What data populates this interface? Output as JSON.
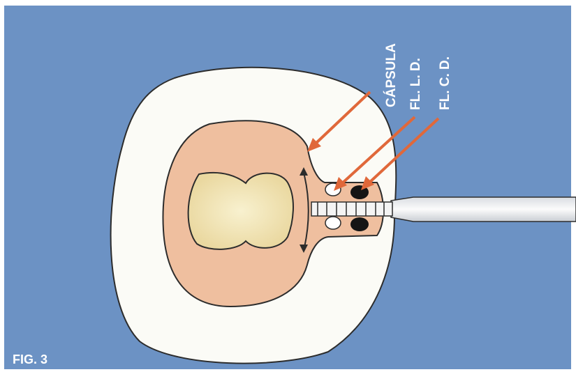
{
  "labels": {
    "capsula": "CÁPSULA",
    "fl_ld": "FL. L. D.",
    "fl_cd": "FL. C. D."
  },
  "figure_label": "FIG. 3",
  "colors": {
    "background": "#6c92c4",
    "outer_ring": "#fbfbf6",
    "capsule": "#efbf9f",
    "nucleus": "#f2e8b5",
    "arrow": "#e0683a",
    "outline": "#2c2c2c"
  }
}
